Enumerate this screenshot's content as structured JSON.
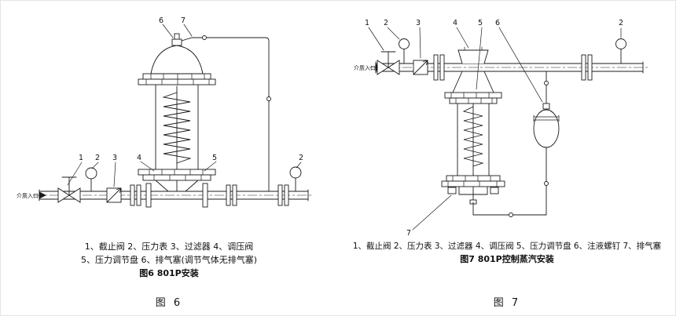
{
  "figure6": {
    "inlet_label": "介质入口",
    "callouts": [
      "6",
      "7",
      "1",
      "2",
      "3",
      "4",
      "5",
      "2"
    ],
    "legend_line1": "1、截止阀 2、压力表 3、过滤器 4、调压阀",
    "legend_line2": "5、压力调节盘  6、排气塞(调节气体无排气塞)",
    "subcaption": "图6 801P安装",
    "label": "图 6"
  },
  "figure7": {
    "inlet_label": "介质入口",
    "callouts": [
      "1",
      "2",
      "3",
      "4",
      "5",
      "6",
      "2",
      "7"
    ],
    "legend_line1": "1、截止阀 2、压力表 3、过滤器 4、调压阀 5、压力调节盘 6、注液螺钉 7、排气塞",
    "subcaption": "图7 801P控制蒸汽安装",
    "label": "图 7"
  }
}
